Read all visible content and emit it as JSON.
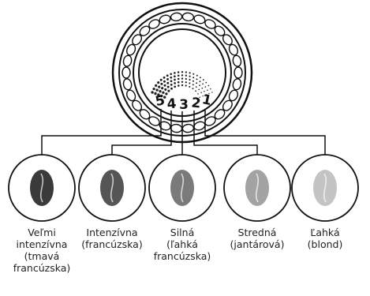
{
  "dial": {
    "numbers": [
      "5",
      "4",
      "3",
      "2",
      "1"
    ]
  },
  "levels": [
    {
      "number": "5",
      "label": "Veľmi\nintenzívna\n(tmavá\nfrancúzska)",
      "bean_color": "#3a3a3a"
    },
    {
      "number": "4",
      "label": "Intenzívna\n(francúzska)",
      "bean_color": "#555555"
    },
    {
      "number": "3",
      "label": "Silná\n(ľahká\nfrancúzska)",
      "bean_color": "#7a7a7a"
    },
    {
      "number": "2",
      "label": "Stredná\n(jantárová)",
      "bean_color": "#a3a3a3"
    },
    {
      "number": "1",
      "label": "Ľahká\n(blond)",
      "bean_color": "#c4c4c4"
    }
  ]
}
